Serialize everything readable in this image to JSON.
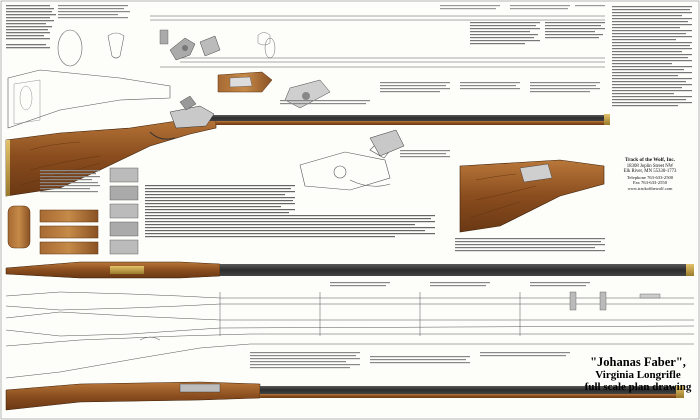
{
  "contact": {
    "company": "Track of the Wolf, Inc.",
    "street": "18308 Joplin Street NW",
    "city": "Elk River, MN 55330-1773",
    "telephone": "Telephone 763-633-2500",
    "fax": "Fax 763-633-2550",
    "web": "www.trackofthewolf.com"
  },
  "title": {
    "line1": "\"Johanas Faber\",",
    "line2": "Virginia Longrifle",
    "line3": "full scale plan drawing"
  }
}
